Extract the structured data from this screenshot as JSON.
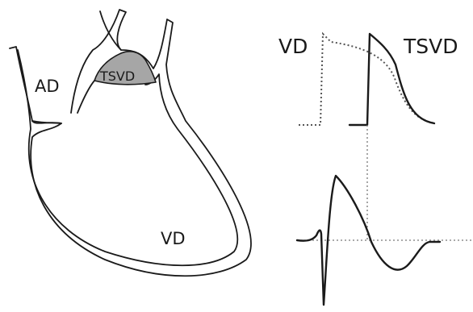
{
  "labels": {
    "right_atrium": "AD",
    "outflow_tract": "TSVD",
    "right_ventricle": "VD",
    "ap_ventricle": "VD",
    "ap_outflow": "TSVD"
  },
  "colors": {
    "outline": "#1a1a1a",
    "outflow_fill": "#a6a6a6",
    "background": "#ffffff"
  }
}
